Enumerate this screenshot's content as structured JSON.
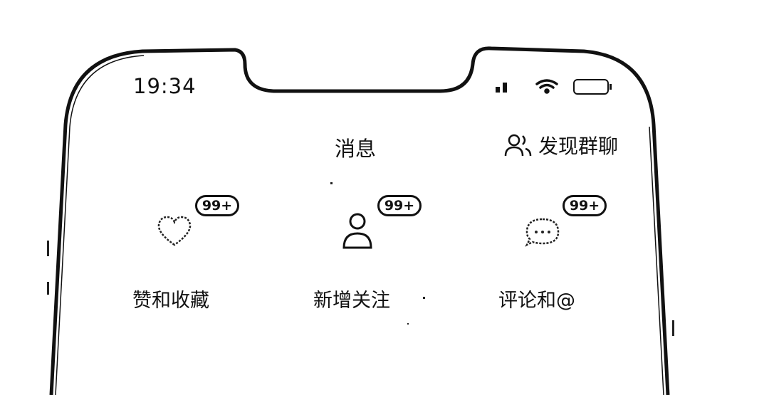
{
  "status_bar": {
    "time": "19:34",
    "icons": [
      "signal-icon",
      "wifi-icon",
      "battery-icon"
    ]
  },
  "header": {
    "title": "消息",
    "group_chat_label": "发现群聊",
    "group_chat_icon": "users-icon"
  },
  "tiles": [
    {
      "label": "赞和收藏",
      "badge": "99+",
      "icon": "heart-icon"
    },
    {
      "label": "新增关注",
      "badge": "99+",
      "icon": "person-icon"
    },
    {
      "label": "评论和@",
      "badge": "99+",
      "icon": "chat-bubble-icon"
    }
  ],
  "colors": {
    "ink": "#111111",
    "background": "#ffffff"
  }
}
